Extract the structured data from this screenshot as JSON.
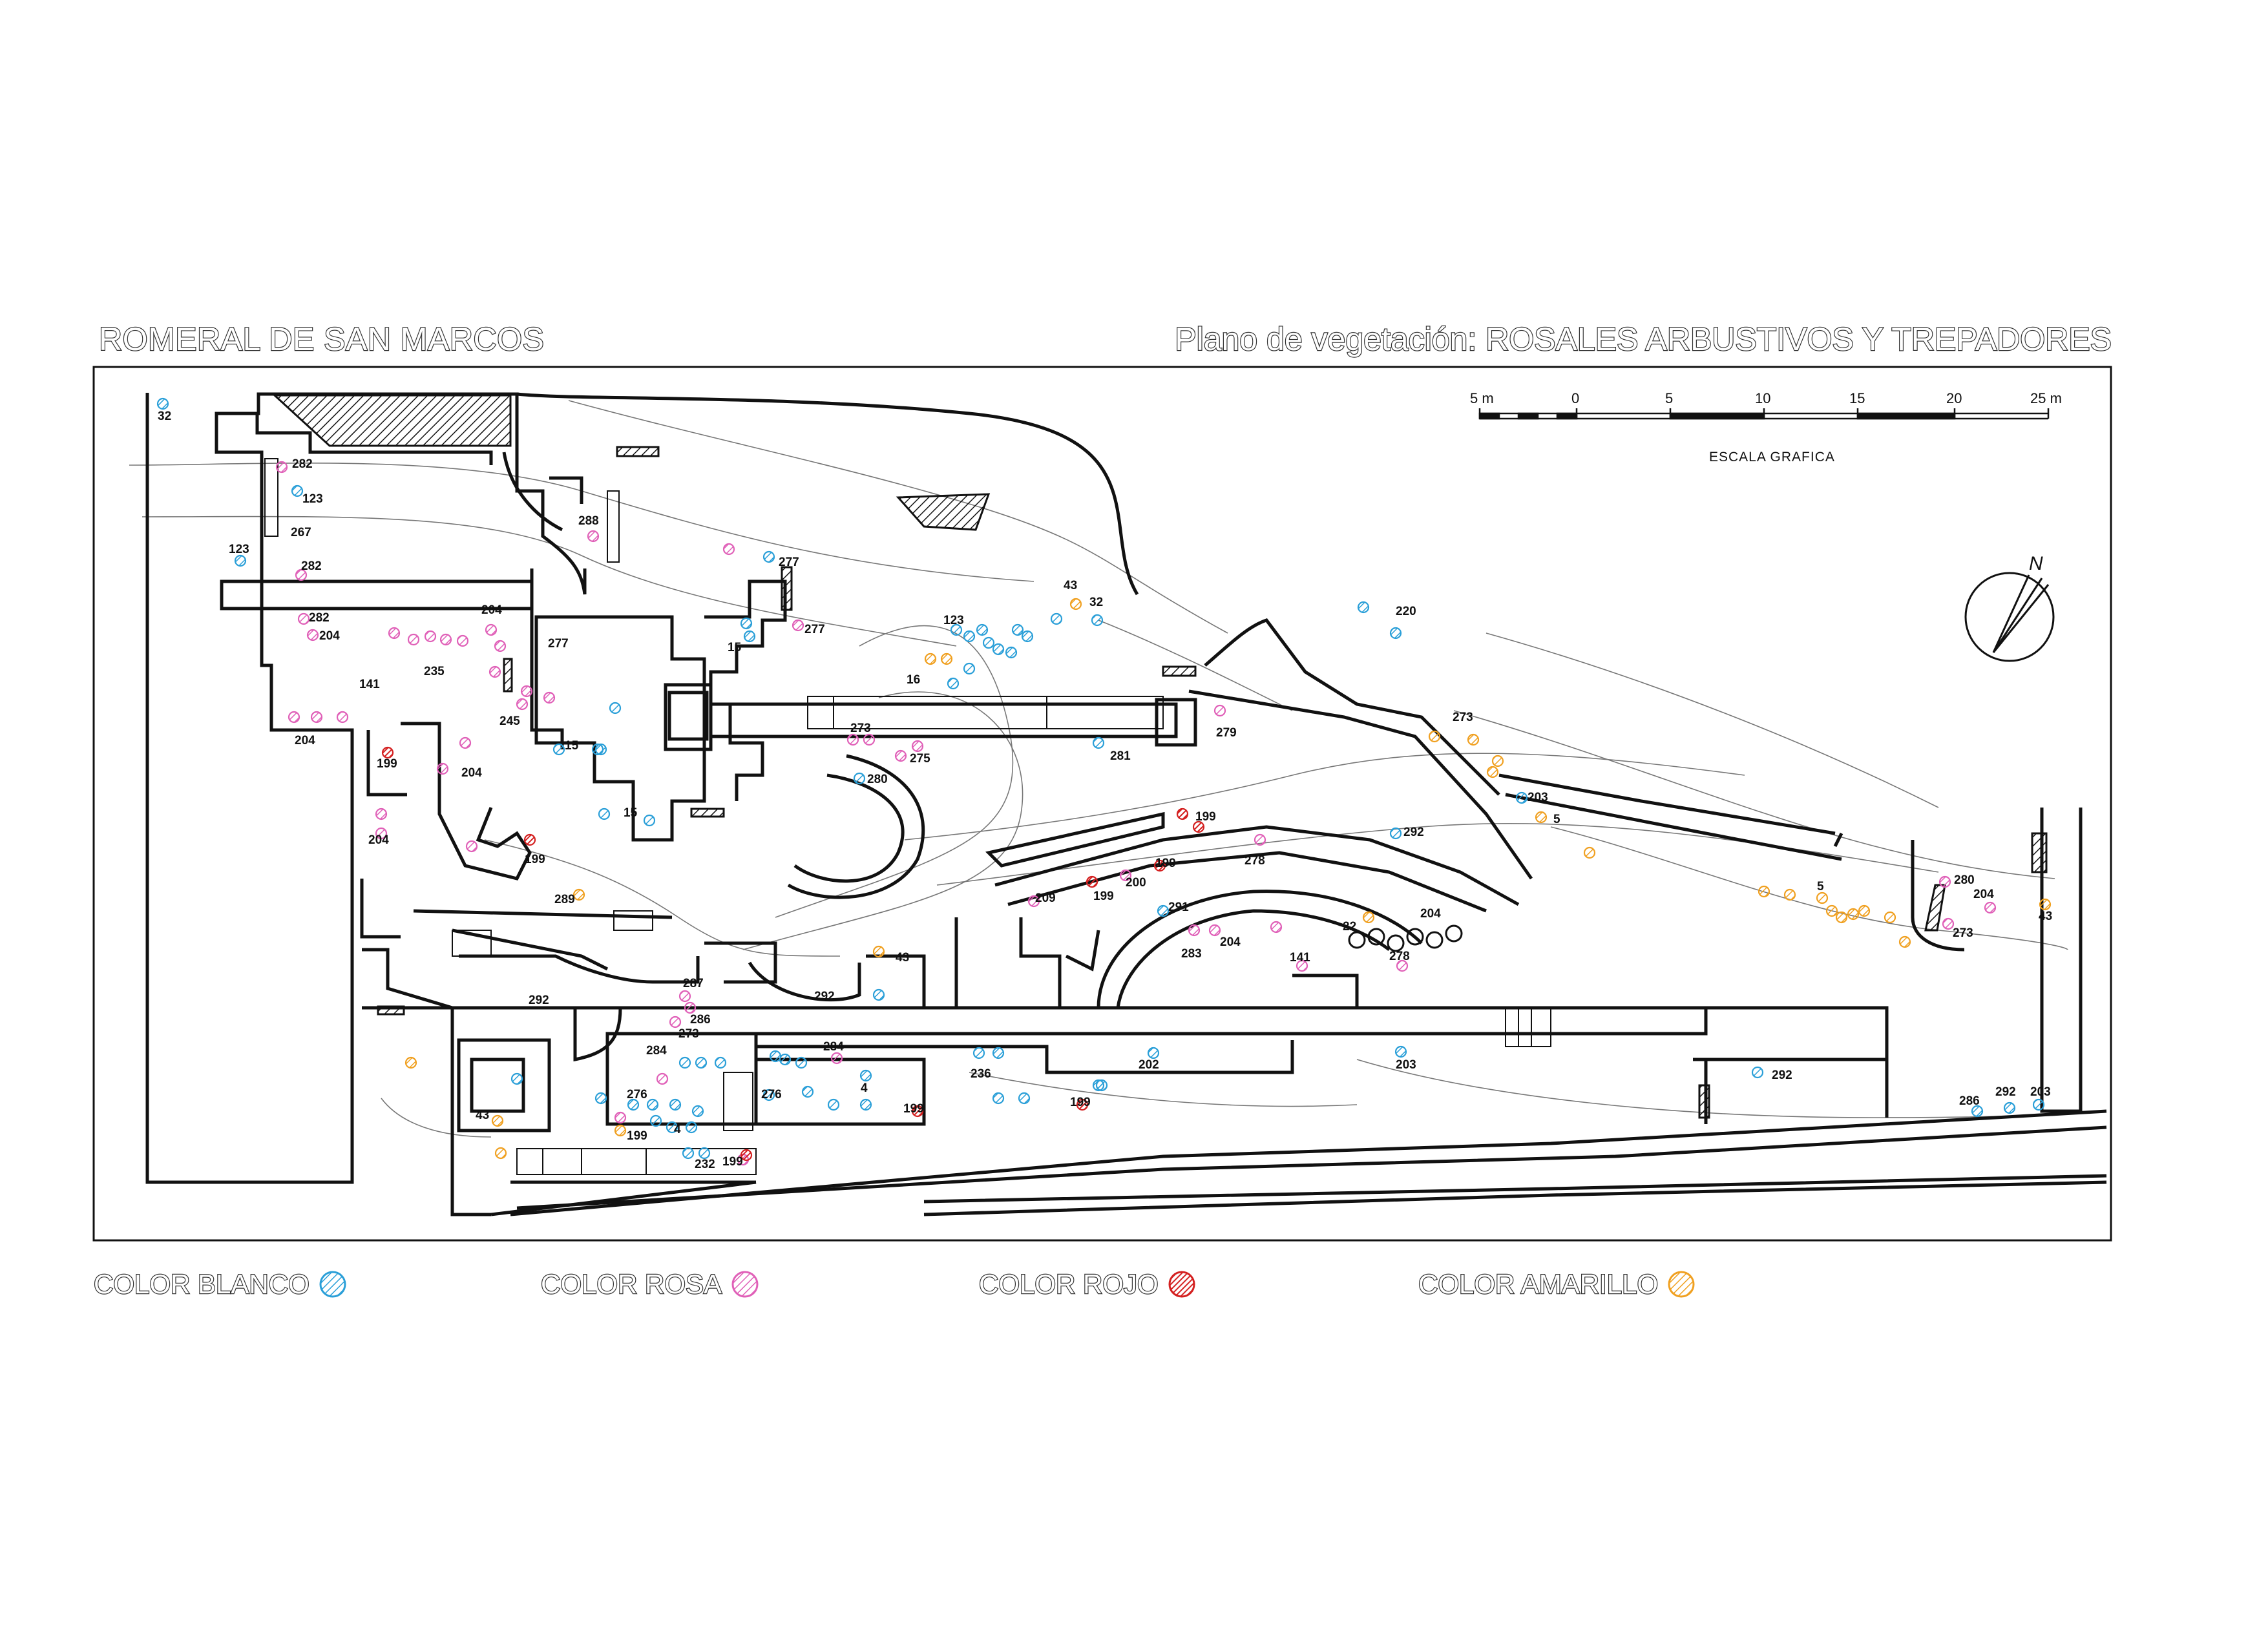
{
  "header": {
    "title": "ROMERAL DE SAN MARCOS",
    "subtitle": "Plano de vegetación: ROSALES ARBUSTIVOS Y TREPADORES"
  },
  "scale": {
    "ticks": [
      "5 m",
      "0",
      "5",
      "10",
      "15",
      "20",
      "25 m"
    ],
    "caption": "ESCALA GRAFICA"
  },
  "north_arrow": {
    "label": "N"
  },
  "colors": {
    "blanco": "#2a9fd8",
    "rosa": "#e060b8",
    "rojo": "#d42020",
    "amarillo": "#f0a020",
    "line": "#111111"
  },
  "legend": [
    {
      "key": "blanco",
      "label": "COLOR BLANCO"
    },
    {
      "key": "rosa",
      "label": "COLOR ROSA"
    },
    {
      "key": "rojo",
      "label": "COLOR ROJO"
    },
    {
      "key": "amarillo",
      "label": "COLOR AMARILLO"
    }
  ],
  "map_labels": [
    "32",
    "282",
    "123",
    "267",
    "123",
    "282",
    "282",
    "204",
    "235",
    "141",
    "204",
    "199",
    "204",
    "204",
    "245",
    "15",
    "277",
    "204",
    "288",
    "277",
    "277",
    "15",
    "15",
    "273",
    "275",
    "280",
    "16",
    "123",
    "43",
    "32",
    "279",
    "281",
    "199",
    "199",
    "200",
    "199",
    "209",
    "278",
    "291",
    "283",
    "204",
    "141",
    "22",
    "204",
    "278",
    "220",
    "273",
    "203",
    "5",
    "292",
    "5",
    "280",
    "204",
    "43",
    "273",
    "289",
    "199",
    "43",
    "292",
    "287",
    "286",
    "273",
    "284",
    "292",
    "284",
    "276",
    "4",
    "199",
    "232",
    "199",
    "276",
    "4",
    "199",
    "236",
    "202",
    "199",
    "203",
    "292",
    "43",
    "286",
    "292",
    "203"
  ]
}
